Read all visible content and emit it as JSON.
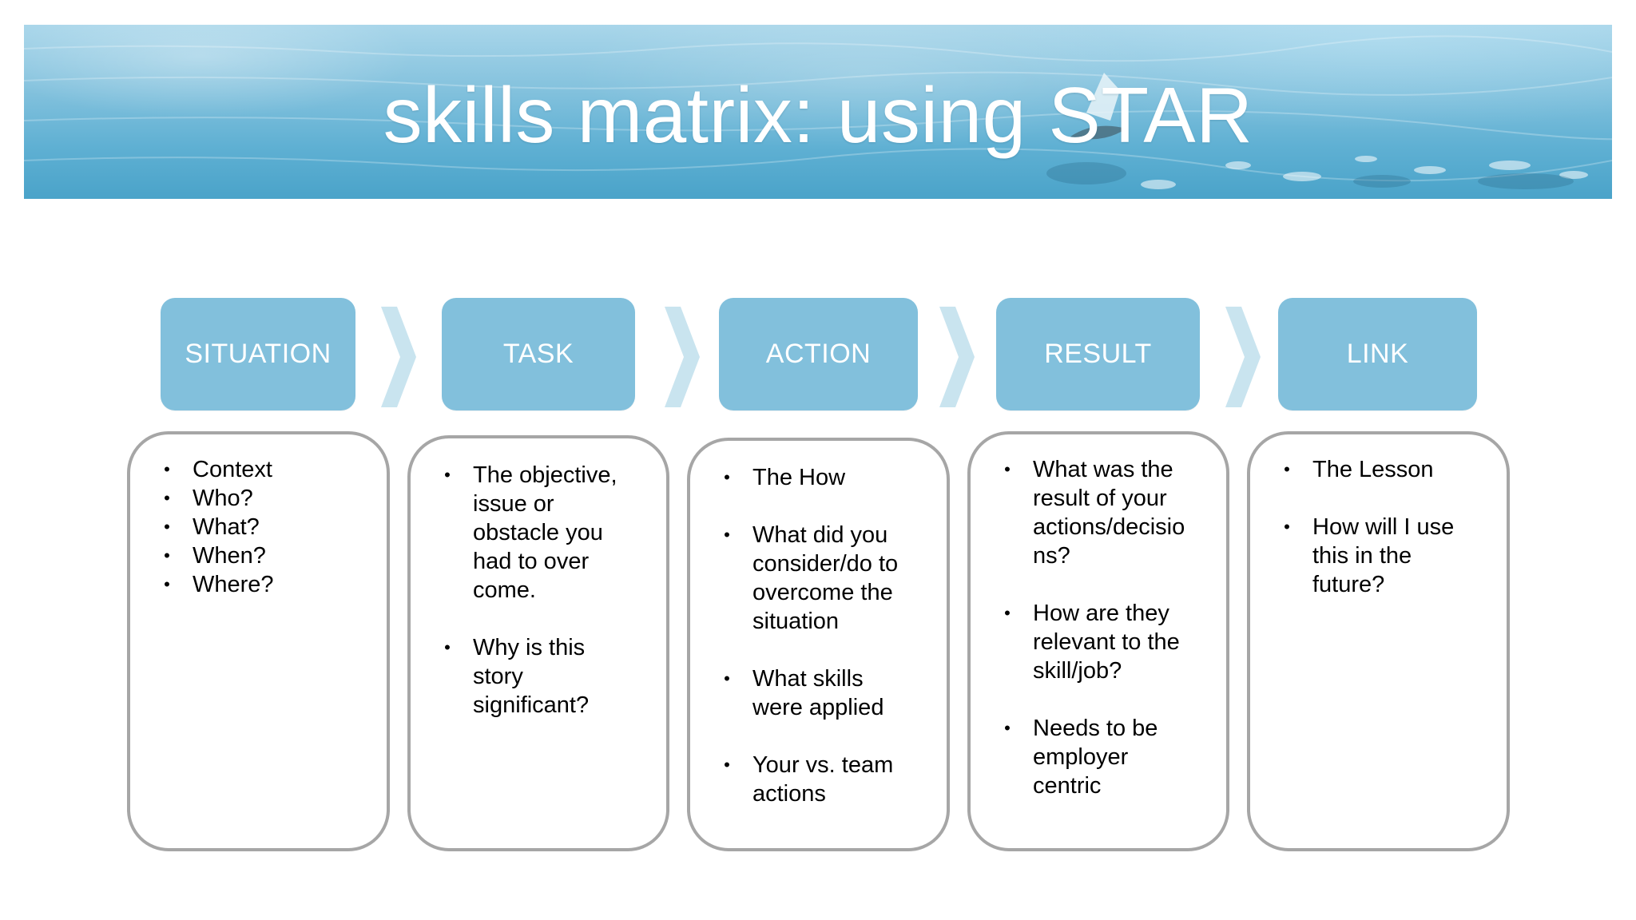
{
  "banner": {
    "title": "skills matrix: using STAR"
  },
  "colors": {
    "header_fill": "#82c0dc",
    "chevron_fill": "#c9e4ef",
    "box_border": "#a6a6a6",
    "header_text": "#ffffff"
  },
  "steps": [
    {
      "label": "SITUATION",
      "bullets": [
        "Context",
        "Who?",
        "What?",
        "When?",
        "Where?"
      ]
    },
    {
      "label": "TASK",
      "bullets": [
        "The objective,\nissue or\nobstacle you\nhad to over\ncome.",
        "Why is this\nstory\nsignificant?"
      ]
    },
    {
      "label": "ACTION",
      "bullets": [
        "The How",
        "What did you\nconsider/do to\novercome the\nsituation",
        "What skills\nwere applied",
        "Your vs. team\nactions"
      ]
    },
    {
      "label": "RESULT",
      "bullets": [
        "What was the\nresult of your\nactions/decisio\nns?",
        "How are they\nrelevant to the\nskill/job?",
        "Needs to be\nemployer\ncentric"
      ]
    },
    {
      "label": "LINK",
      "bullets": [
        "The Lesson",
        "How will I use\nthis in the\nfuture?"
      ]
    }
  ]
}
